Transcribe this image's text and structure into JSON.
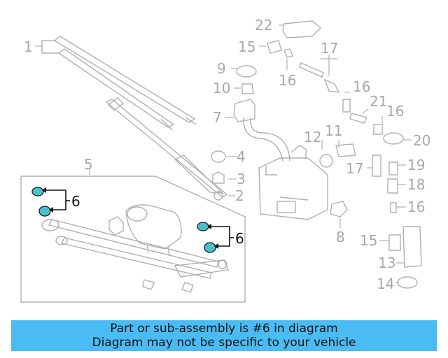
{
  "diagram": {
    "callouts": {
      "c1": "1",
      "c2": "2",
      "c3": "3",
      "c4": "4",
      "c5": "5",
      "c6a": "6",
      "c6b": "6",
      "c7": "7",
      "c8": "8",
      "c9": "9",
      "c10": "10",
      "c11": "11",
      "c12": "12",
      "c13": "13",
      "c14": "14",
      "c15a": "15",
      "c15b": "15",
      "c16a": "16",
      "c16b": "16",
      "c16c": "16",
      "c16d": "16",
      "c17a": "17",
      "c17b": "17",
      "c18": "18",
      "c19": "19",
      "c20": "20",
      "c21": "21",
      "c22": "22"
    },
    "highlight_part": "6",
    "colors": {
      "highlight": "#49c1c9",
      "banner": "#4bbcf3",
      "line": "#b0b0b0"
    }
  },
  "banner": {
    "line1": "Part or sub-assembly is #6 in diagram",
    "line2": "Diagram may not be specific to your vehicle"
  }
}
